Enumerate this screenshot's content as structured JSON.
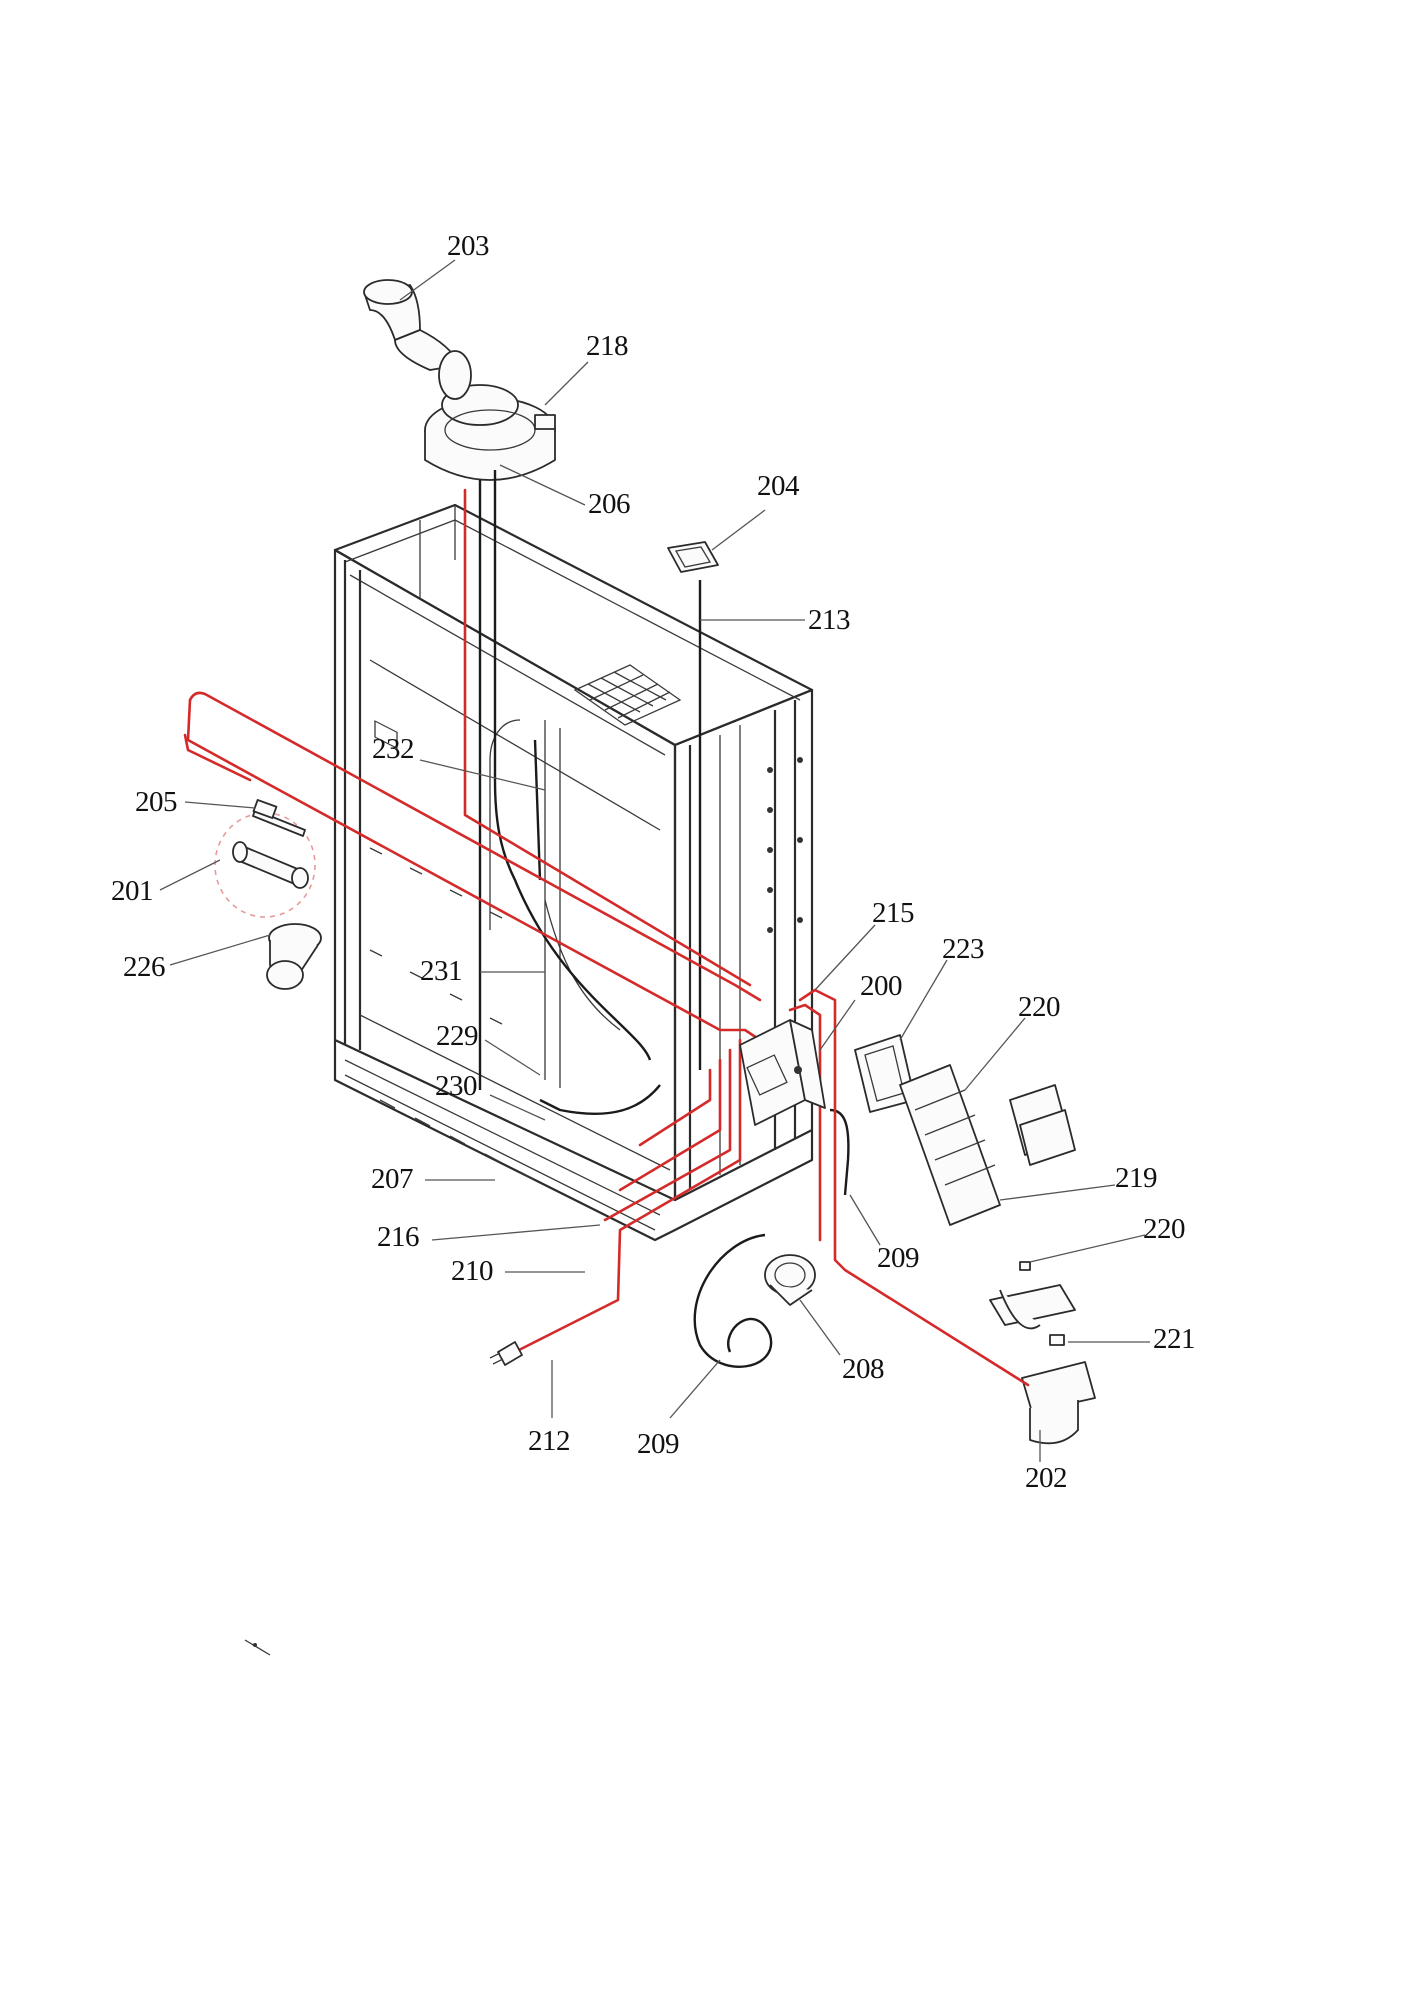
{
  "diagram": {
    "accent_color": "#d42a2a",
    "labels": {
      "l203": "203",
      "l218": "218",
      "l206": "206",
      "l204": "204",
      "l213": "213",
      "l232": "232",
      "l205": "205",
      "l201": "201",
      "l226": "226",
      "l215": "215",
      "l223": "223",
      "l200": "200",
      "l220a": "220",
      "l231": "231",
      "l229": "229",
      "l230": "230",
      "l219": "219",
      "l207": "207",
      "l220b": "220",
      "l216": "216",
      "l209a": "209",
      "l210": "210",
      "l221": "221",
      "l208": "208",
      "l212": "212",
      "l209b": "209",
      "l202": "202"
    }
  }
}
